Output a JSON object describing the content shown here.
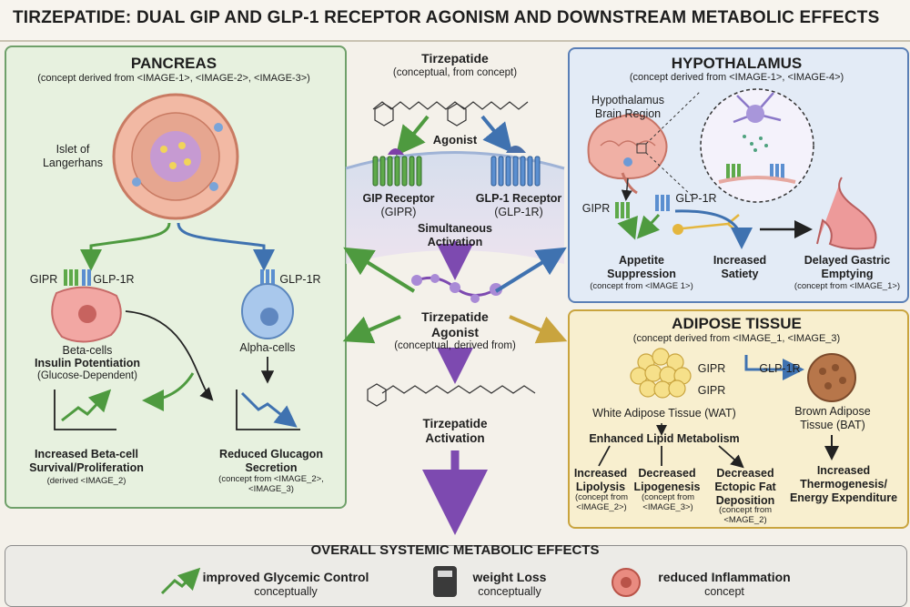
{
  "title": "TIRZEPATIDE: DUAL GIP AND GLP-1 RECEPTOR AGONISM AND DOWNSTREAM METABOLIC EFFECTS",
  "center": {
    "drug_title": "Tirzepatide",
    "drug_sub": "(conceptual, from concept)",
    "agonist": "Agonist",
    "gip_receptor": "GIP Receptor",
    "gipr": "(GIPR)",
    "glp1_receptor": "GLP-1 Receptor",
    "glp1r": "(GLP-1R)",
    "simultaneous": "Simultaneous Activation",
    "agonist2_title": "Tirzepatide Agonist",
    "agonist2_sub": "(conceptual, derived from)",
    "activation": "Tirzepatide Activation"
  },
  "pancreas": {
    "title": "PANCREAS",
    "subtitle": "(concept derived from <IMAGE-1>, <IMAGE-2>, <IMAGE-3>)",
    "islet": "Islet of Langerhans",
    "gipr": "GIPR",
    "glp1r_left": "GLP-1R",
    "glp1r_right": "GLP-1R",
    "beta": "Beta-cells",
    "insulin": "Insulin Potentiation",
    "glucose": "(Glucose-Dependent)",
    "alpha": "Alpha-cells",
    "survival": "Increased Beta-cell Survival/Proliferation",
    "survival_note": "(derived <IMAGE_2)",
    "glucagon": "Reduced Glucagon Secretion",
    "glucagon_note": "(concept from <IMAGE_2>, <IMAGE_3)"
  },
  "hypothalamus": {
    "title": "HYPOTHALAMUS",
    "subtitle": "(concept derived from <IMAGE-1>, <IMAGE-4>)",
    "region": "Hypothalamus Brain Region",
    "gipr": "GIPR",
    "glp1r": "GLP-1R",
    "appetite": "Appetite Suppression",
    "appetite_note": "(concept from <IMAGE 1>)",
    "satiety": "Increased Satiety",
    "gastric": "Delayed Gastric Emptying",
    "gastric_note": "(concept from <IMAGE_1>)"
  },
  "adipose": {
    "title": "ADIPOSE TISSUE",
    "subtitle": "(concept derived from <IMAGE_1, <IMAGE_3)",
    "gipr1": "GIPR",
    "gipr2": "GIPR",
    "glp1r": "GLP-1R",
    "wat": "White Adipose Tissue (WAT)",
    "bat": "Brown Adipose Tissue (BAT)",
    "lipid": "Enhanced Lipid Metabolism",
    "lipolysis": "Increased Lipolysis",
    "lipolysis_note": "(concept from <IMAGE_2>)",
    "lipogenesis": "Decreased Lipogenesis",
    "lipogenesis_note": "(concept from <IMAGE_3>)",
    "ectopic": "Decreased Ectopic Fat Deposition",
    "ectopic_note": "(concept from <MAGE_2)",
    "thermo": "Increased Thermogenesis/ Energy Expenditure"
  },
  "overall": {
    "title": "OVERALL SYSTEMIC METABOLIC EFFECTS",
    "glycemic": "improved Glycemic Control",
    "glycemic_sub": "conceptually",
    "weight": "weight Loss",
    "weight_sub": "conceptually",
    "inflammation": "reduced Inflammation",
    "inflammation_sub": "concept"
  },
  "colors": {
    "green": "#4e9a3f",
    "blue": "#3f72b0",
    "purple": "#7d4ab0",
    "gold": "#c9a43e"
  }
}
